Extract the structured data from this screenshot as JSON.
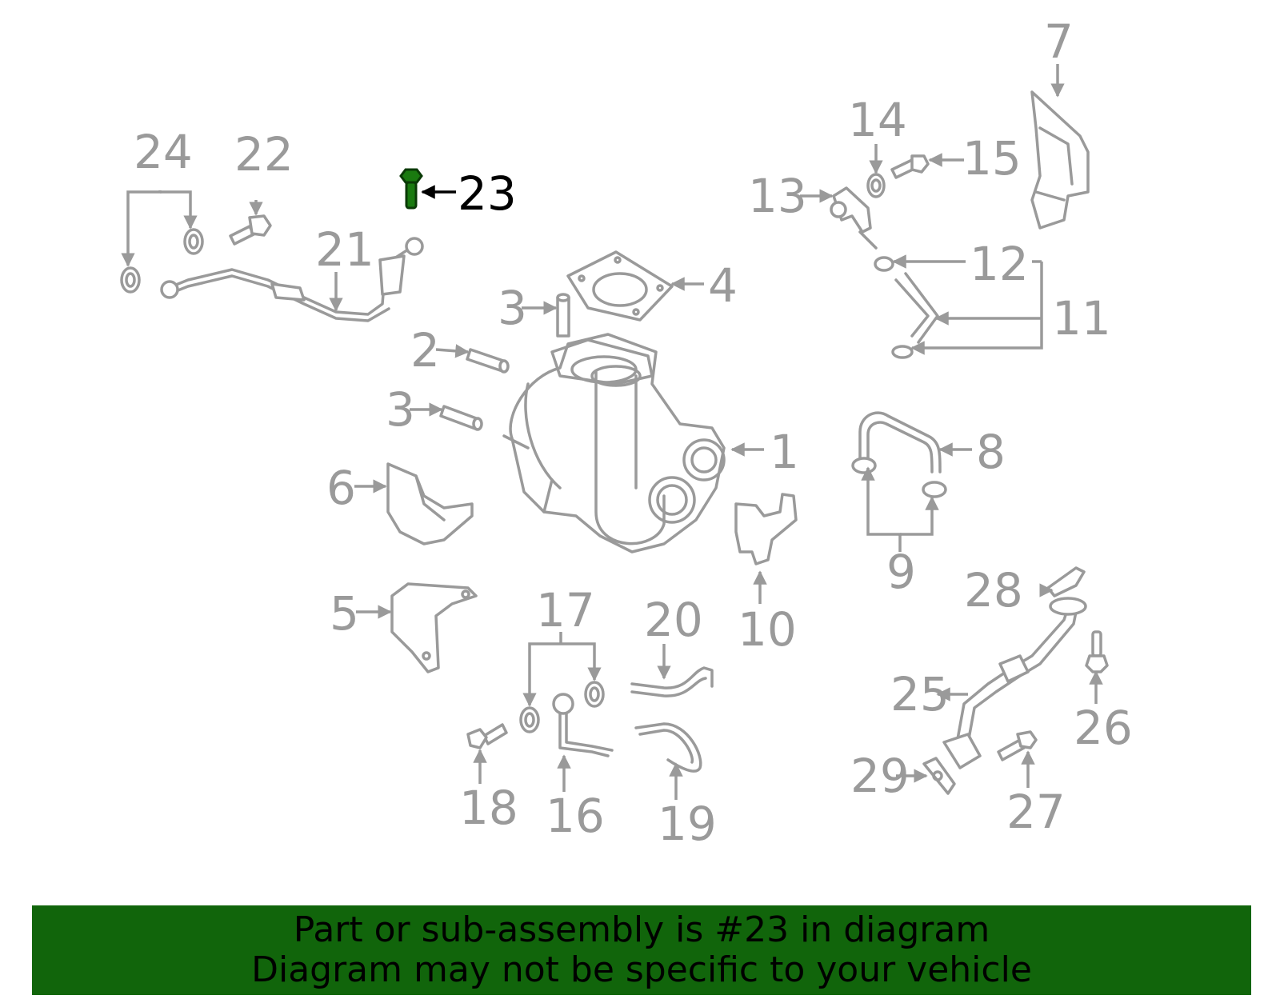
{
  "callouts": {
    "n1": "1",
    "n2": "2",
    "n3a": "3",
    "n3b": "3",
    "n4": "4",
    "n5": "5",
    "n6": "6",
    "n7": "7",
    "n8": "8",
    "n9": "9",
    "n10": "10",
    "n11": "11",
    "n12": "12",
    "n13": "13",
    "n14": "14",
    "n15": "15",
    "n16": "16",
    "n17": "17",
    "n18": "18",
    "n19": "19",
    "n20": "20",
    "n21": "21",
    "n22": "22",
    "n23": "23",
    "n24": "24",
    "n25": "25",
    "n26": "26",
    "n27": "27",
    "n28": "28",
    "n29": "29"
  },
  "highlighted_part": "23",
  "banner": {
    "line1": "Part or sub-assembly is #23 in diagram",
    "line2": "Diagram may not be specific to your vehicle"
  },
  "colors": {
    "line_gray": "#9a9a9a",
    "highlight_green": "#1a7a10",
    "banner_green": "#11650b"
  }
}
